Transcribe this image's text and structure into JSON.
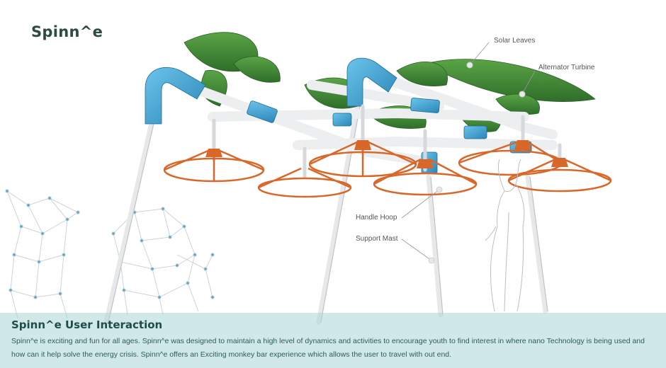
{
  "brand": {
    "title": "Spinn^e"
  },
  "callouts": [
    {
      "label": "Solar Leaves"
    },
    {
      "label": "Alternator Turbine"
    },
    {
      "label": "Handle Hoop"
    },
    {
      "label": "Support Mast"
    }
  ],
  "info": {
    "heading": "Spinn^e User Interaction",
    "body": "Spinn^e is exciting and fun for all ages.  Spinn^e was designed to maintain a high level of dynamics and activities to encourage youth to find interest in where nano Technology is being used and how can it help solve the energy crisis.  Spinn^e offers an Exciting monkey bar experience which allows the user to travel with out end."
  },
  "colors": {
    "pipe_blue": "#3aa3d3",
    "hoop_orange": "#d8672a",
    "leaf_green": "#3f8a36",
    "panel_bg": "#aad5d4",
    "heading": "#1e4c4a"
  }
}
